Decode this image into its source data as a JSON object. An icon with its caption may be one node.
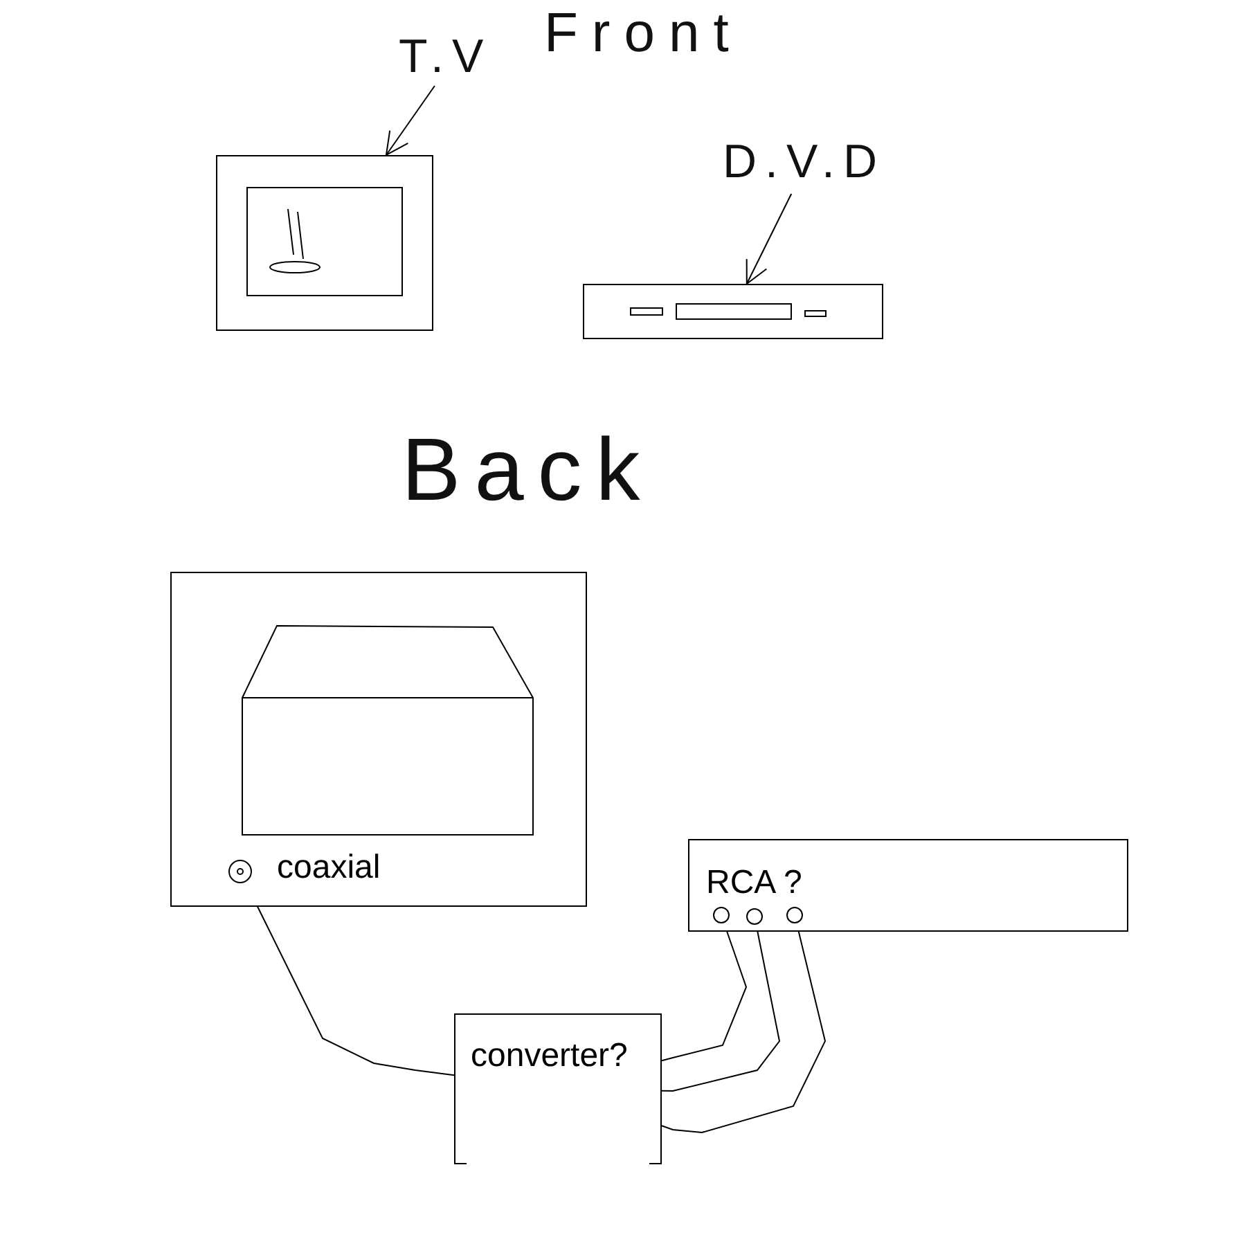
{
  "diagram": {
    "nodes": [
      {
        "text": [
          "T.V"
        ]
      },
      {
        "text": [],
        "shape": "picture"
      },
      {
        "text": [
          "D.V.D"
        ]
      },
      {
        "text": [],
        "shape": "picture"
      },
      {
        "text": [
          "coaxial"
        ]
      },
      {
        "text": [],
        "shape": "circle",
        "in": 4
      },
      {
        "text": [
          "RCA ?"
        ]
      },
      {
        "text": [],
        "shape": "circle",
        "in": 6
      },
      {
        "text": [],
        "shape": "circle",
        "in": 6
      },
      {
        "text": [],
        "shape": "circle",
        "in": 6
      },
      {
        "text": [
          "converter?"
        ]
      }
    ],
    "edges": [
      {
        "from": 0,
        "to": 1,
        "arrow": "to"
      },
      {
        "from": 2,
        "to": 3,
        "arrow": "to"
      },
      {
        "from": 5,
        "to": 10,
        "arrow": "none"
      },
      {
        "from": 7,
        "to": 10,
        "arrow": "none"
      },
      {
        "from": 8,
        "to": 10,
        "arrow": "none"
      },
      {
        "from": 9,
        "to": 10,
        "arrow": "none"
      }
    ],
    "labels": [
      "Front",
      "Back"
    ]
  }
}
